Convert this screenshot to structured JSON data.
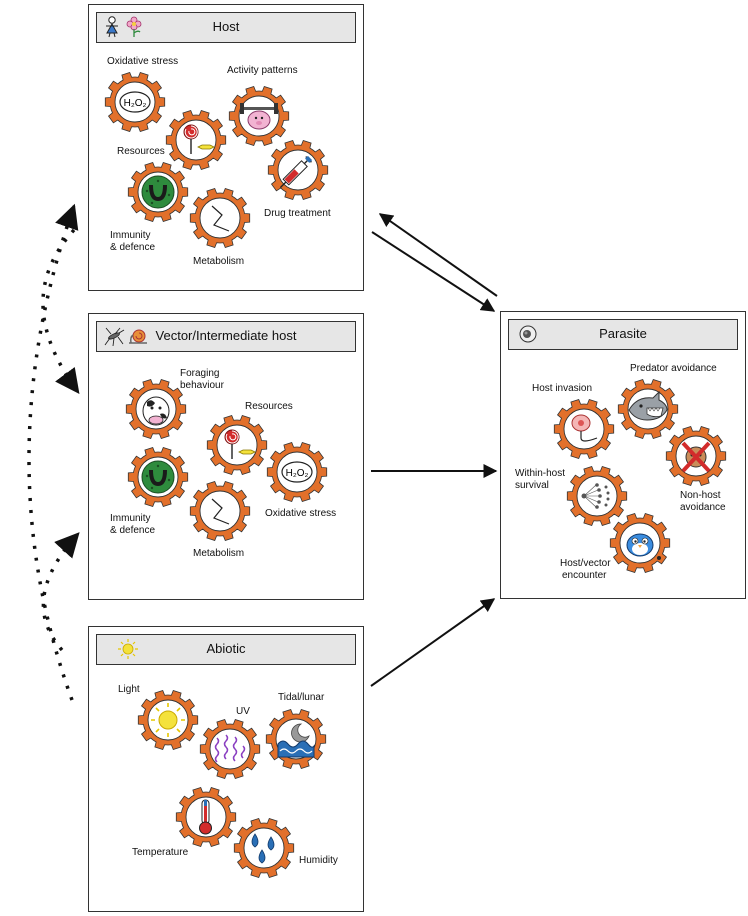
{
  "colors": {
    "gear_orange": "#e2702b",
    "leaf_green": "#2e8b3d",
    "water_blue": "#2a6fb6",
    "lollipop_red": "#d22b2b",
    "uv_purple": "#8a3fc1"
  },
  "host": {
    "title": "Host",
    "header_icons": [
      "person-icon",
      "flower-icon"
    ],
    "items": {
      "oxidative_stress": "Oxidative stress",
      "h2o2": "H₂O₂",
      "activity_patterns": "Activity patterns",
      "resources": "Resources",
      "drug_treatment": "Drug treatment",
      "immunity_l1": "Immunity",
      "immunity_l2": "& defence",
      "metabolism": "Metabolism"
    }
  },
  "vector": {
    "title": "Vector/Intermediate host",
    "header_icons": [
      "mosquito-icon",
      "snail-icon"
    ],
    "items": {
      "foraging_l1": "Foraging",
      "foraging_l2": "behaviour",
      "resources": "Resources",
      "h2o2": "H₂O₂",
      "immunity_l1": "Immunity",
      "immunity_l2": "& defence",
      "oxidative_stress": "Oxidative stress",
      "metabolism": "Metabolism"
    }
  },
  "abiotic": {
    "title": "Abiotic",
    "header_icons": [
      "sun-icon"
    ],
    "items": {
      "light": "Light",
      "uv": "UV",
      "tidal": "Tidal/lunar",
      "temperature": "Temperature",
      "humidity": "Humidity"
    }
  },
  "parasite": {
    "title": "Parasite",
    "header_icons": [
      "parasite-cell-icon"
    ],
    "items": {
      "predator_avoidance": "Predator avoidance",
      "host_invasion": "Host invasion",
      "within_host_l1": "Within-host",
      "within_host_l2": "survival",
      "non_host_l1": "Non-host",
      "non_host_l2": "avoidance",
      "encounter_l1": "Host/vector",
      "encounter_l2": "encounter"
    }
  }
}
